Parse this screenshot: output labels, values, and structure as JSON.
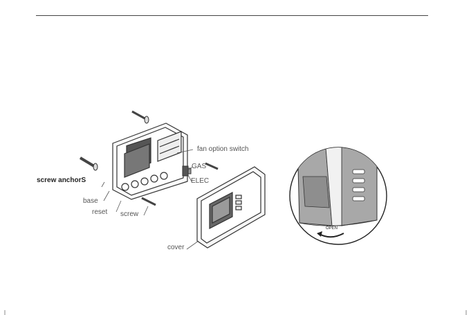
{
  "labels": {
    "fan_option_switch": "fan option switch",
    "gas": "GAS",
    "elec": "ELEC",
    "screw_anchors": "screw anchorS",
    "base": "base",
    "reset": "reset",
    "screw": "screw",
    "cover": "cover",
    "open": "OPEN"
  }
}
